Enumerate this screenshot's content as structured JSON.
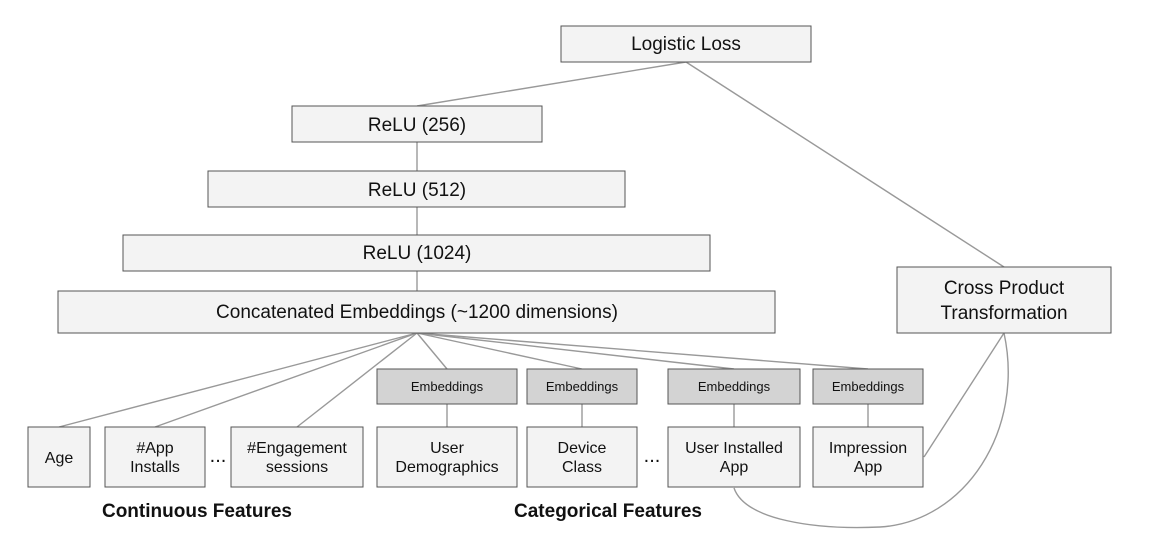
{
  "nodes": {
    "logistic_loss": "Logistic Loss",
    "relu_256": "ReLU (256)",
    "relu_512": "ReLU (512)",
    "relu_1024": "ReLU (1024)",
    "concat": "Concatenated Embeddings (~1200 dimensions)",
    "cross_product_line1": "Cross Product",
    "cross_product_line2": "Transformation",
    "embeddings_label": "Embeddings"
  },
  "continuous_features": {
    "label": "Continuous Features",
    "age": "Age",
    "app_installs_line1": "#App",
    "app_installs_line2": "Installs",
    "engagement_line1": "#Engagement",
    "engagement_line2": "sessions"
  },
  "categorical_features": {
    "label": "Categorical Features",
    "user_demo_line1": "User",
    "user_demo_line2": "Demographics",
    "device_line1": "Device",
    "device_line2": "Class",
    "installed_line1": "User Installed",
    "installed_line2": "App",
    "impression_line1": "Impression",
    "impression_line2": "App"
  },
  "ellipsis": "..."
}
